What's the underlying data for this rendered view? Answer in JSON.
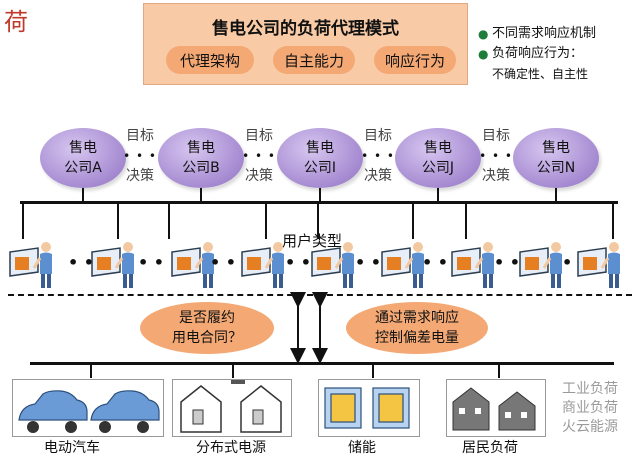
{
  "corner_char": "荷",
  "panel": {
    "title": "售电公司的负荷代理模式",
    "pills": [
      "代理架构",
      "自主能力",
      "响应行为"
    ]
  },
  "notes": {
    "line1": "不同需求响应机制",
    "line2": "负荷响应行为：",
    "line3": "不确定性、自主性"
  },
  "companies": [
    {
      "line1": "售电",
      "line2": "公司A"
    },
    {
      "line1": "售电",
      "line2": "公司B"
    },
    {
      "line1": "售电",
      "line2": "公司I"
    },
    {
      "line1": "售电",
      "line2": "公司J"
    },
    {
      "line1": "售电",
      "line2": "公司N"
    }
  ],
  "decision": {
    "top": "目标",
    "bottom": "决策",
    "dots": "• • •"
  },
  "user_type_label": "用户类型",
  "questions": {
    "left_line1": "是否履约",
    "left_line2": "用电合同？",
    "right_line1": "通过需求响应",
    "right_line2": "控制偏差电量"
  },
  "devices": {
    "ev": "电动汽车",
    "dg": "分布式电源",
    "storage": "储能",
    "residential": "居民负荷"
  },
  "watermark": {
    "line1": "工业负荷",
    "line2": "商业负荷",
    "line3": "火云能源"
  },
  "colors": {
    "panel_bg": "#f8cba6",
    "pill_bg": "#f4a975",
    "company_fill": "#a58ad1",
    "bullet_dot": "#1e7d3a",
    "corner_char": "#c0392b"
  }
}
